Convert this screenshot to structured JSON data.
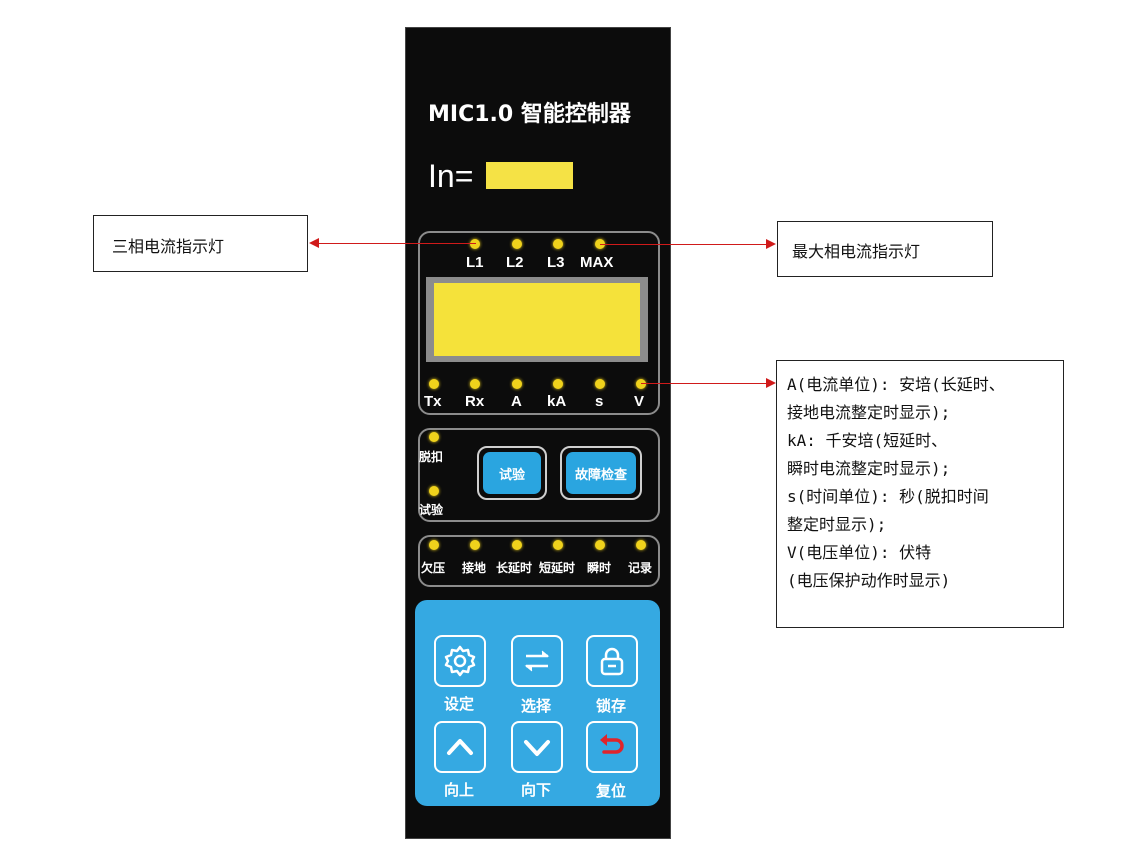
{
  "panel": {
    "title": "MIC1.0 智能控制器",
    "in_label": "In=",
    "phase_leds": [
      "L1",
      "L2",
      "L3",
      "MAX"
    ],
    "unit_leds": [
      "Tx",
      "Rx",
      "A",
      "kA",
      "s",
      "V"
    ],
    "trip_label": "脱扣",
    "test_label": "试验",
    "test_button": "试验",
    "fault_button": "故障检查",
    "fault_leds": [
      "欠压",
      "接地",
      "长延时",
      "短延时",
      "瞬时",
      "记录"
    ],
    "keys": {
      "settings": "设定",
      "select": "选择",
      "lock": "锁存",
      "up": "向上",
      "down": "向下",
      "reset": "复位"
    }
  },
  "callouts": {
    "three_phase": "三相电流指示灯",
    "max_phase": "最大相电流指示灯",
    "units": [
      "A(电流单位): 安培(长延时、",
      "接地电流整定时显示);",
      "kA: 千安培(短延时、",
      "瞬时电流整定时显示);",
      "s(时间单位): 秒(脱扣时间",
      "整定时显示);",
      "V(电压单位): 伏特",
      "(电压保护动作时显示)"
    ]
  },
  "colors": {
    "accent": "#2aa5e0",
    "led": "#f0d21c",
    "display": "#f5e23a",
    "arrow": "#d01a1a"
  }
}
